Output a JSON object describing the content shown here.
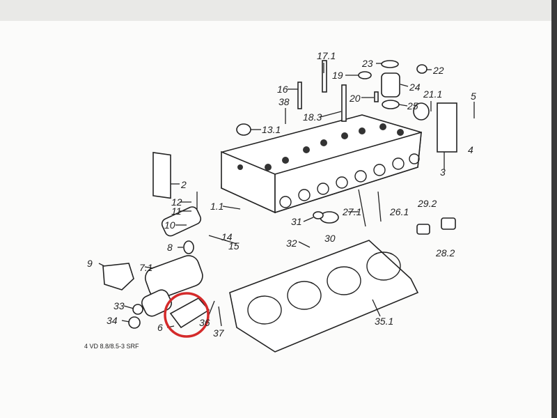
{
  "diagram": {
    "caption": "4 VD 8.8/8.5-3 SRF",
    "highlight_color": "#d42a2a",
    "highlighted_part": "36",
    "labels": {
      "p17_1": "17.1",
      "p23": "23",
      "p22": "22",
      "p19": "19",
      "p24": "24",
      "p16": "16",
      "p20": "20",
      "p21_1": "21.1",
      "p5": "5",
      "p38": "38",
      "p18_3": "18.3",
      "p25": "25",
      "p13_1": "13.1",
      "p4": "4",
      "p3": "3",
      "p2": "2",
      "p12": "12",
      "p11": "11",
      "p1_1": "1.1",
      "p10": "10",
      "p31": "31",
      "p27_1": "27.1",
      "p26_1": "26.1",
      "p29_2": "29.2",
      "p14": "14",
      "p8": "8",
      "p15": "15",
      "p32": "32",
      "p30": "30",
      "p28_2": "28.2",
      "p9": "9",
      "p7_1": "7.1",
      "p33": "33",
      "p34": "34",
      "p6": "6",
      "p36": "36",
      "p37": "37",
      "p35_1": "35.1"
    }
  }
}
